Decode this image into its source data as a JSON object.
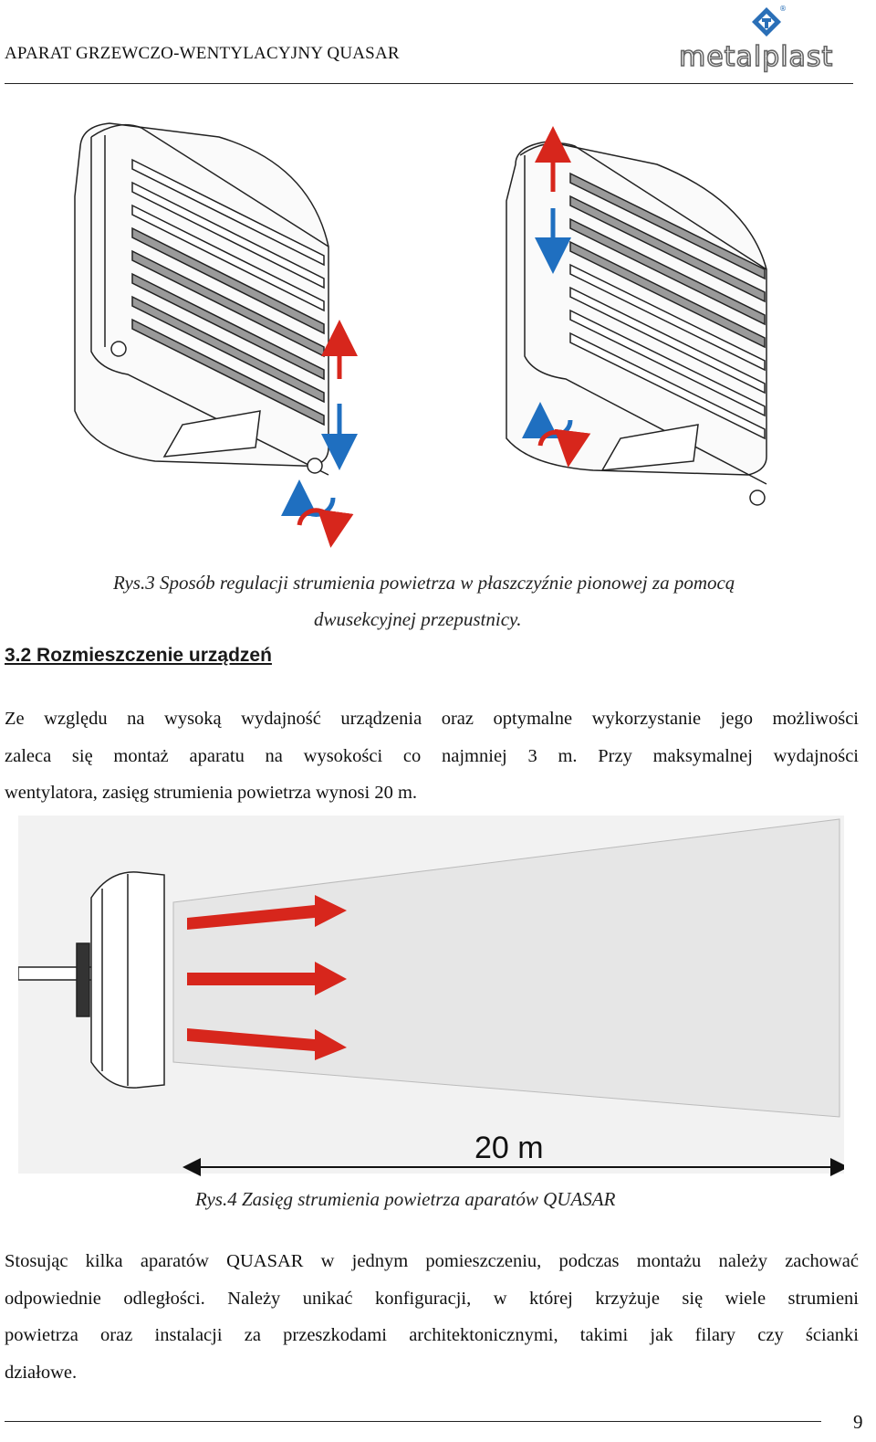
{
  "header": {
    "title": "APARAT GRZEWCZO-WENTYLACYJNY QUASAR",
    "logo_text": "metalplast",
    "logo_mark": "®"
  },
  "figure3": {
    "caption_line1": "Rys.3 Sposób regulacji strumienia powietrza w płaszczyźnie pionowej za pomocą",
    "caption_line2": "dwusekcyjnej przepustnicy."
  },
  "section": {
    "title": "3.2 Rozmieszczenie urządzeń"
  },
  "paragraph1": {
    "lines": [
      "Ze względu na wysoką wydajność urządzenia oraz optymalne wykorzystanie jego możliwości",
      "zaleca się montaż aparatu na wysokości co najmniej 3 m. Przy maksymalnej wydajności",
      "wentylatora, zasięg strumienia powietrza wynosi 20 m."
    ]
  },
  "figure4": {
    "distance_label": "20  m",
    "caption": "Rys.4 Zasięg strumienia powietrza aparatów QUASAR"
  },
  "paragraph2": {
    "lines": [
      "Stosując kilka aparatów QUASAR w jednym pomieszczeniu, podczas montażu należy zachować",
      "odpowiednie odległości. Należy unikać konfiguracji, w której krzyżuje się wiele strumieni",
      "powietrza oraz instalacji za przeszkodami architektonicznymi, takimi jak filary czy ścianki",
      "działowe."
    ]
  },
  "footer": {
    "page_number": "9"
  },
  "colors": {
    "red_arrow": "#d7261c",
    "blue_arrow": "#1f6fc0",
    "louver_gray": "#9a9a9a",
    "beam_bg": "#ececec"
  }
}
